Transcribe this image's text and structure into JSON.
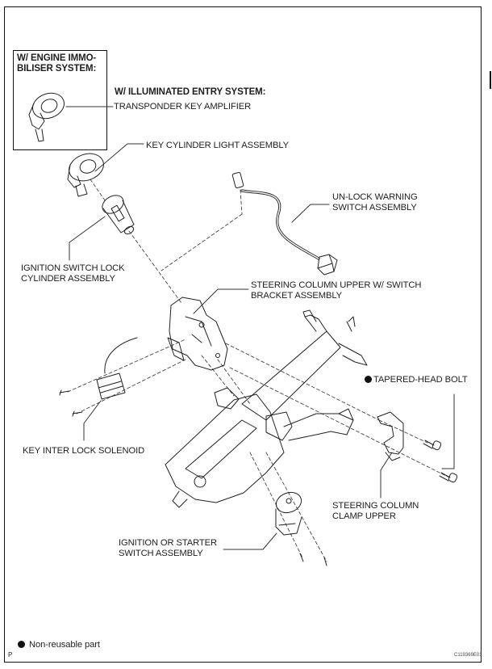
{
  "diagram": {
    "inset_heading": "W/ ENGINE IMMO-\nBILISER SYSTEM:",
    "variant_heading": "W/ ILLUMINATED ENTRY SYSTEM:",
    "parts": {
      "transponder": "TRANSPONDER KEY AMPLIFIER",
      "key_cylinder_light": "KEY CYLINDER LIGHT ASSEMBLY",
      "unlock_warning": "UN-LOCK WARNING\nSWITCH ASSEMBLY",
      "ignition_lock_cylinder": "IGNITION SWITCH LOCK\nCYLINDER ASSEMBLY",
      "column_upper_bracket": "STEERING COLUMN UPPER W/ SWITCH\nBRACKET ASSEMBLY",
      "tapered_bolt": "TAPERED-HEAD BOLT",
      "key_interlock": "KEY INTER LOCK SOLENOID",
      "column_clamp": "STEERING COLUMN\nCLAMP UPPER",
      "ignition_starter": "IGNITION OR STARTER\nSWITCH ASSEMBLY"
    },
    "legend": {
      "symbol": "filled-circle",
      "text": "Non-reusable part"
    },
    "page_mark": "P",
    "figure_code": "C119369E01"
  }
}
